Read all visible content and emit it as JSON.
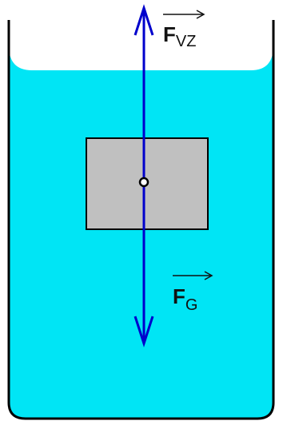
{
  "diagram": {
    "forces": {
      "upward": {
        "label_main": "F",
        "label_sub": "VZ"
      },
      "downward": {
        "label_main": "F",
        "label_sub": "G"
      }
    },
    "colors": {
      "liquid": "#00E5F5",
      "vessel_outline": "#000000",
      "block_fill": "#C0C0C0",
      "block_outline": "#000000",
      "force_arrow": "#0000CC",
      "center_point": "#000000",
      "background": "#FFFFFF"
    }
  }
}
